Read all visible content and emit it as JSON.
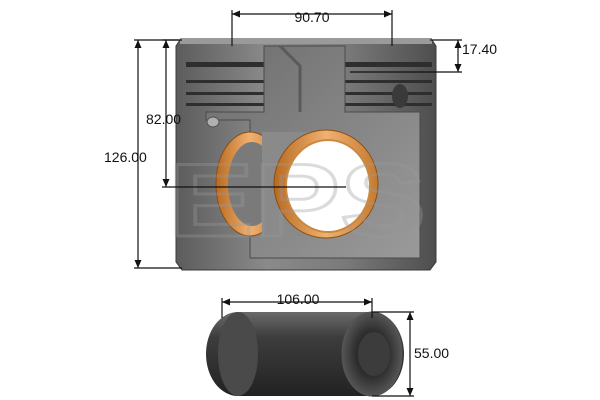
{
  "dimensions": {
    "pin_bore_spacing": "90.70",
    "top_ring_depth": "17.40",
    "compression_height": "82.00",
    "total_height": "126.00",
    "pin_length": "106.00",
    "pin_diameter": "55.00"
  },
  "watermark": "EPS",
  "colors": {
    "dimension_line": "#111111",
    "piston_body": "#707070",
    "bushing": "#d08a3a",
    "pin": "#3a3a3a"
  }
}
